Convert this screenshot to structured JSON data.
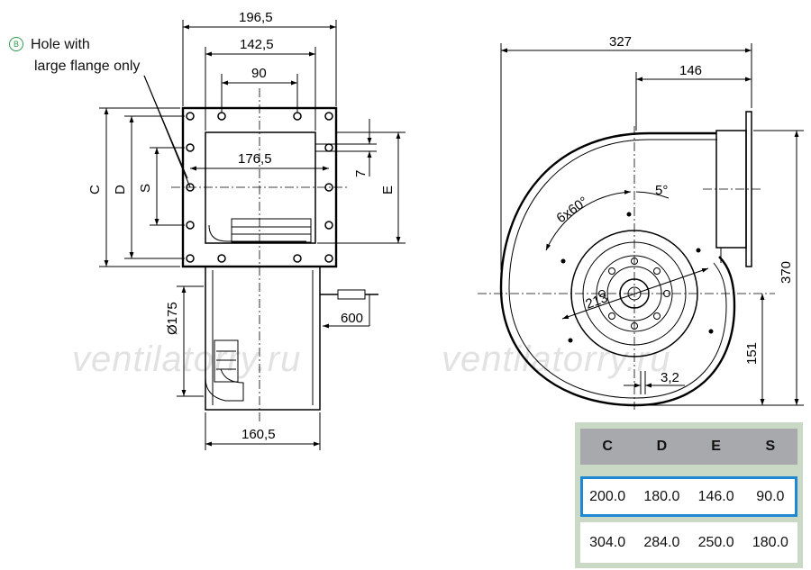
{
  "note": {
    "badge": "B",
    "line1": "Hole with",
    "line2": "large flange only"
  },
  "dimensions": {
    "d196_5": "196,5",
    "d142_5": "142,5",
    "d90": "90",
    "d176_5": "176,5",
    "c": "C",
    "d": "D",
    "s": "S",
    "e": "E",
    "d7": "7",
    "d175": "Ø175",
    "d600": "600",
    "d160_5": "160,5",
    "d327": "327",
    "d146": "146",
    "d370": "370",
    "d151": "151",
    "d213": "213",
    "d3_2": "3,2",
    "d6x60": "6x60°",
    "d5deg": "5°"
  },
  "watermark": "ventilatorry.ru",
  "table": {
    "headers": [
      "C",
      "D",
      "E",
      "S"
    ],
    "rows": [
      [
        "200.0",
        "180.0",
        "146.0",
        "90.0"
      ],
      [
        "304.0",
        "284.0",
        "250.0",
        "180.0"
      ]
    ],
    "highlight_color": "#1e88d2",
    "header_bg": "#a7a9ac",
    "frame_bg": "#cad8c6"
  }
}
